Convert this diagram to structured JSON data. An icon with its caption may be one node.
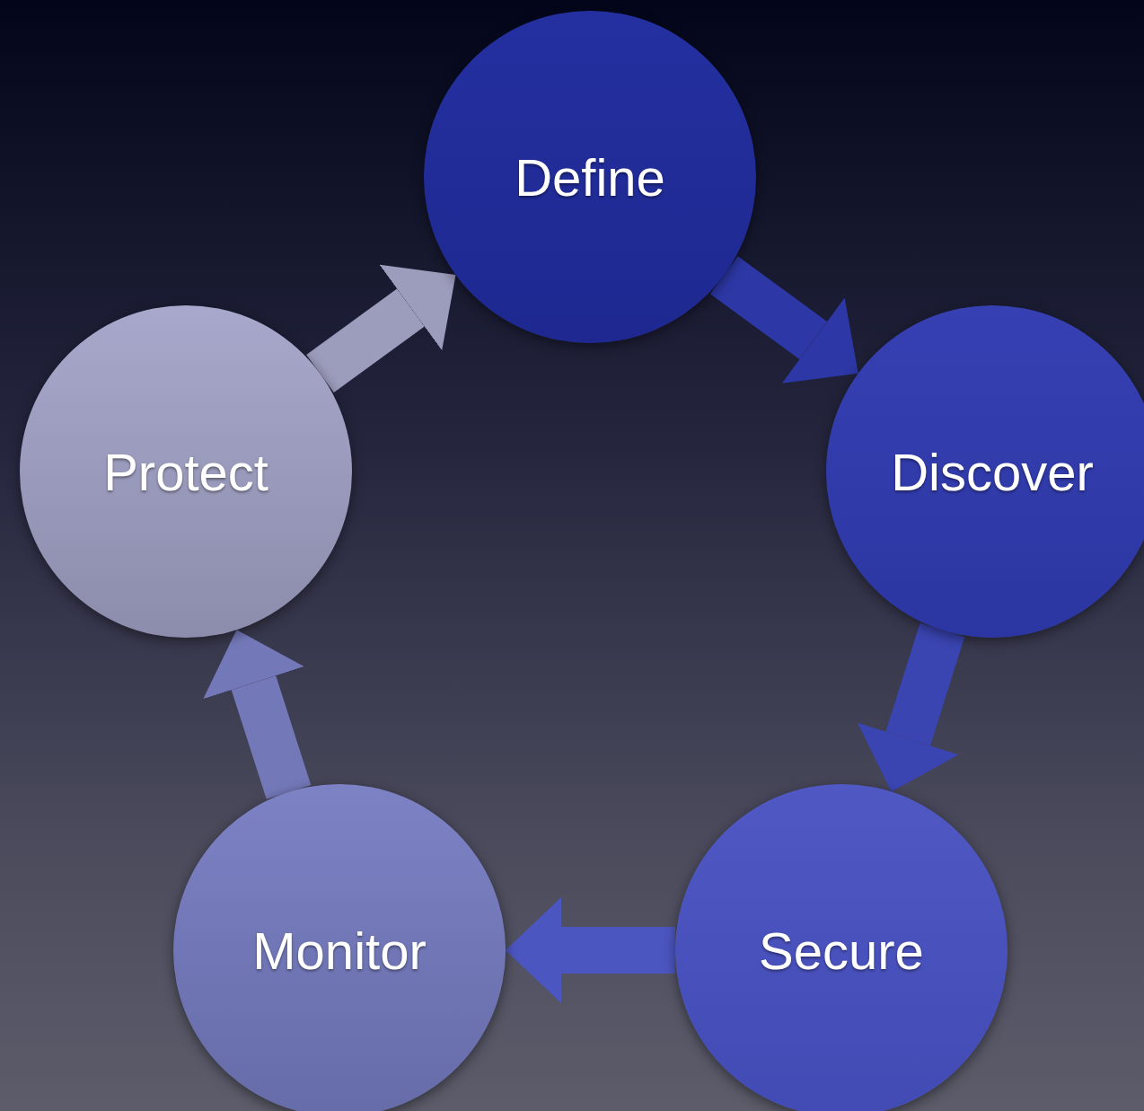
{
  "diagram": {
    "nodes": [
      {
        "text": [
          "Define"
        ]
      },
      {
        "text": [
          "Discover"
        ]
      },
      {
        "text": [
          "Secure"
        ]
      },
      {
        "text": [
          "Monitor"
        ]
      },
      {
        "text": [
          "Protect"
        ]
      }
    ],
    "edges": [
      {
        "from": 0,
        "to": 1,
        "arrow": "to",
        "color": "#2d38a6"
      },
      {
        "from": 1,
        "to": 2,
        "arrow": "to",
        "color": "#3a45b2"
      },
      {
        "from": 2,
        "to": 3,
        "arrow": "to",
        "color": "#4c56c0"
      },
      {
        "from": 3,
        "to": 4,
        "arrow": "to",
        "color": "#7378b8"
      },
      {
        "from": 4,
        "to": 0,
        "arrow": "to",
        "color": "#9c9cbc"
      }
    ]
  }
}
